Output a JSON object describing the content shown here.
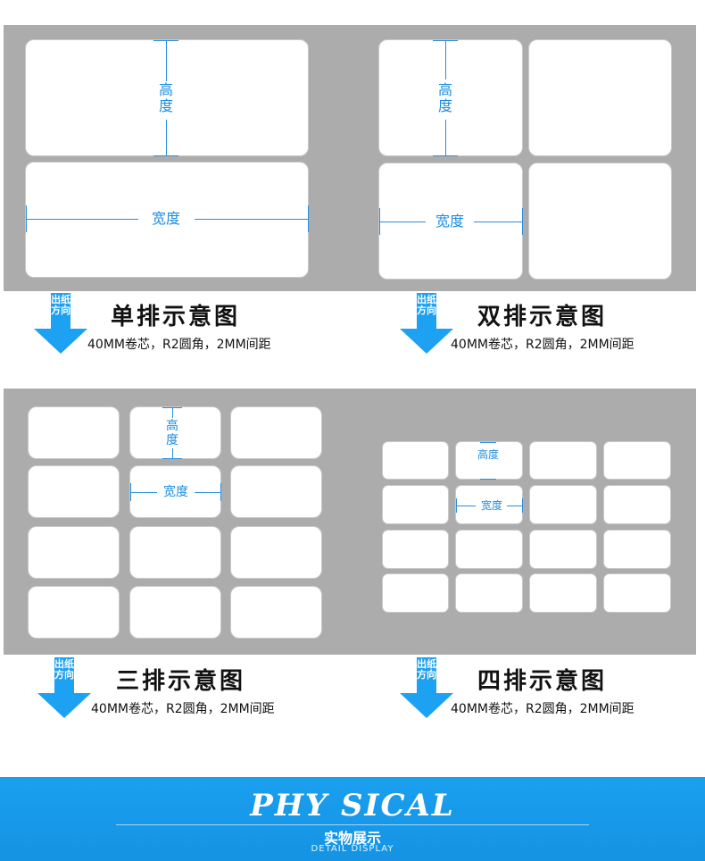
{
  "dimension_labels": {
    "height": "高度",
    "width": "宽度"
  },
  "feed_direction": "出纸方向",
  "diagrams": [
    {
      "title": "单排示意图",
      "spec": "40MM卷芯，R2圆角，2MM间距"
    },
    {
      "title": "双排示意图",
      "spec": "40MM卷芯，R2圆角，2MM间距"
    },
    {
      "title": "三排示意图",
      "spec": "40MM卷芯，R2圆角，2MM间距"
    },
    {
      "title": "四排示意图",
      "spec": "40MM卷芯，R2圆角，2MM间距"
    }
  ],
  "banner": {
    "title": "PHY SICAL",
    "subtitle_cn": "实物展示",
    "subtitle_en": "DETAIL DISPLAY"
  },
  "colors": {
    "panel": "#acacac",
    "accent_blue": "#1da1f2",
    "dimension_blue": "#2a8ee0"
  }
}
